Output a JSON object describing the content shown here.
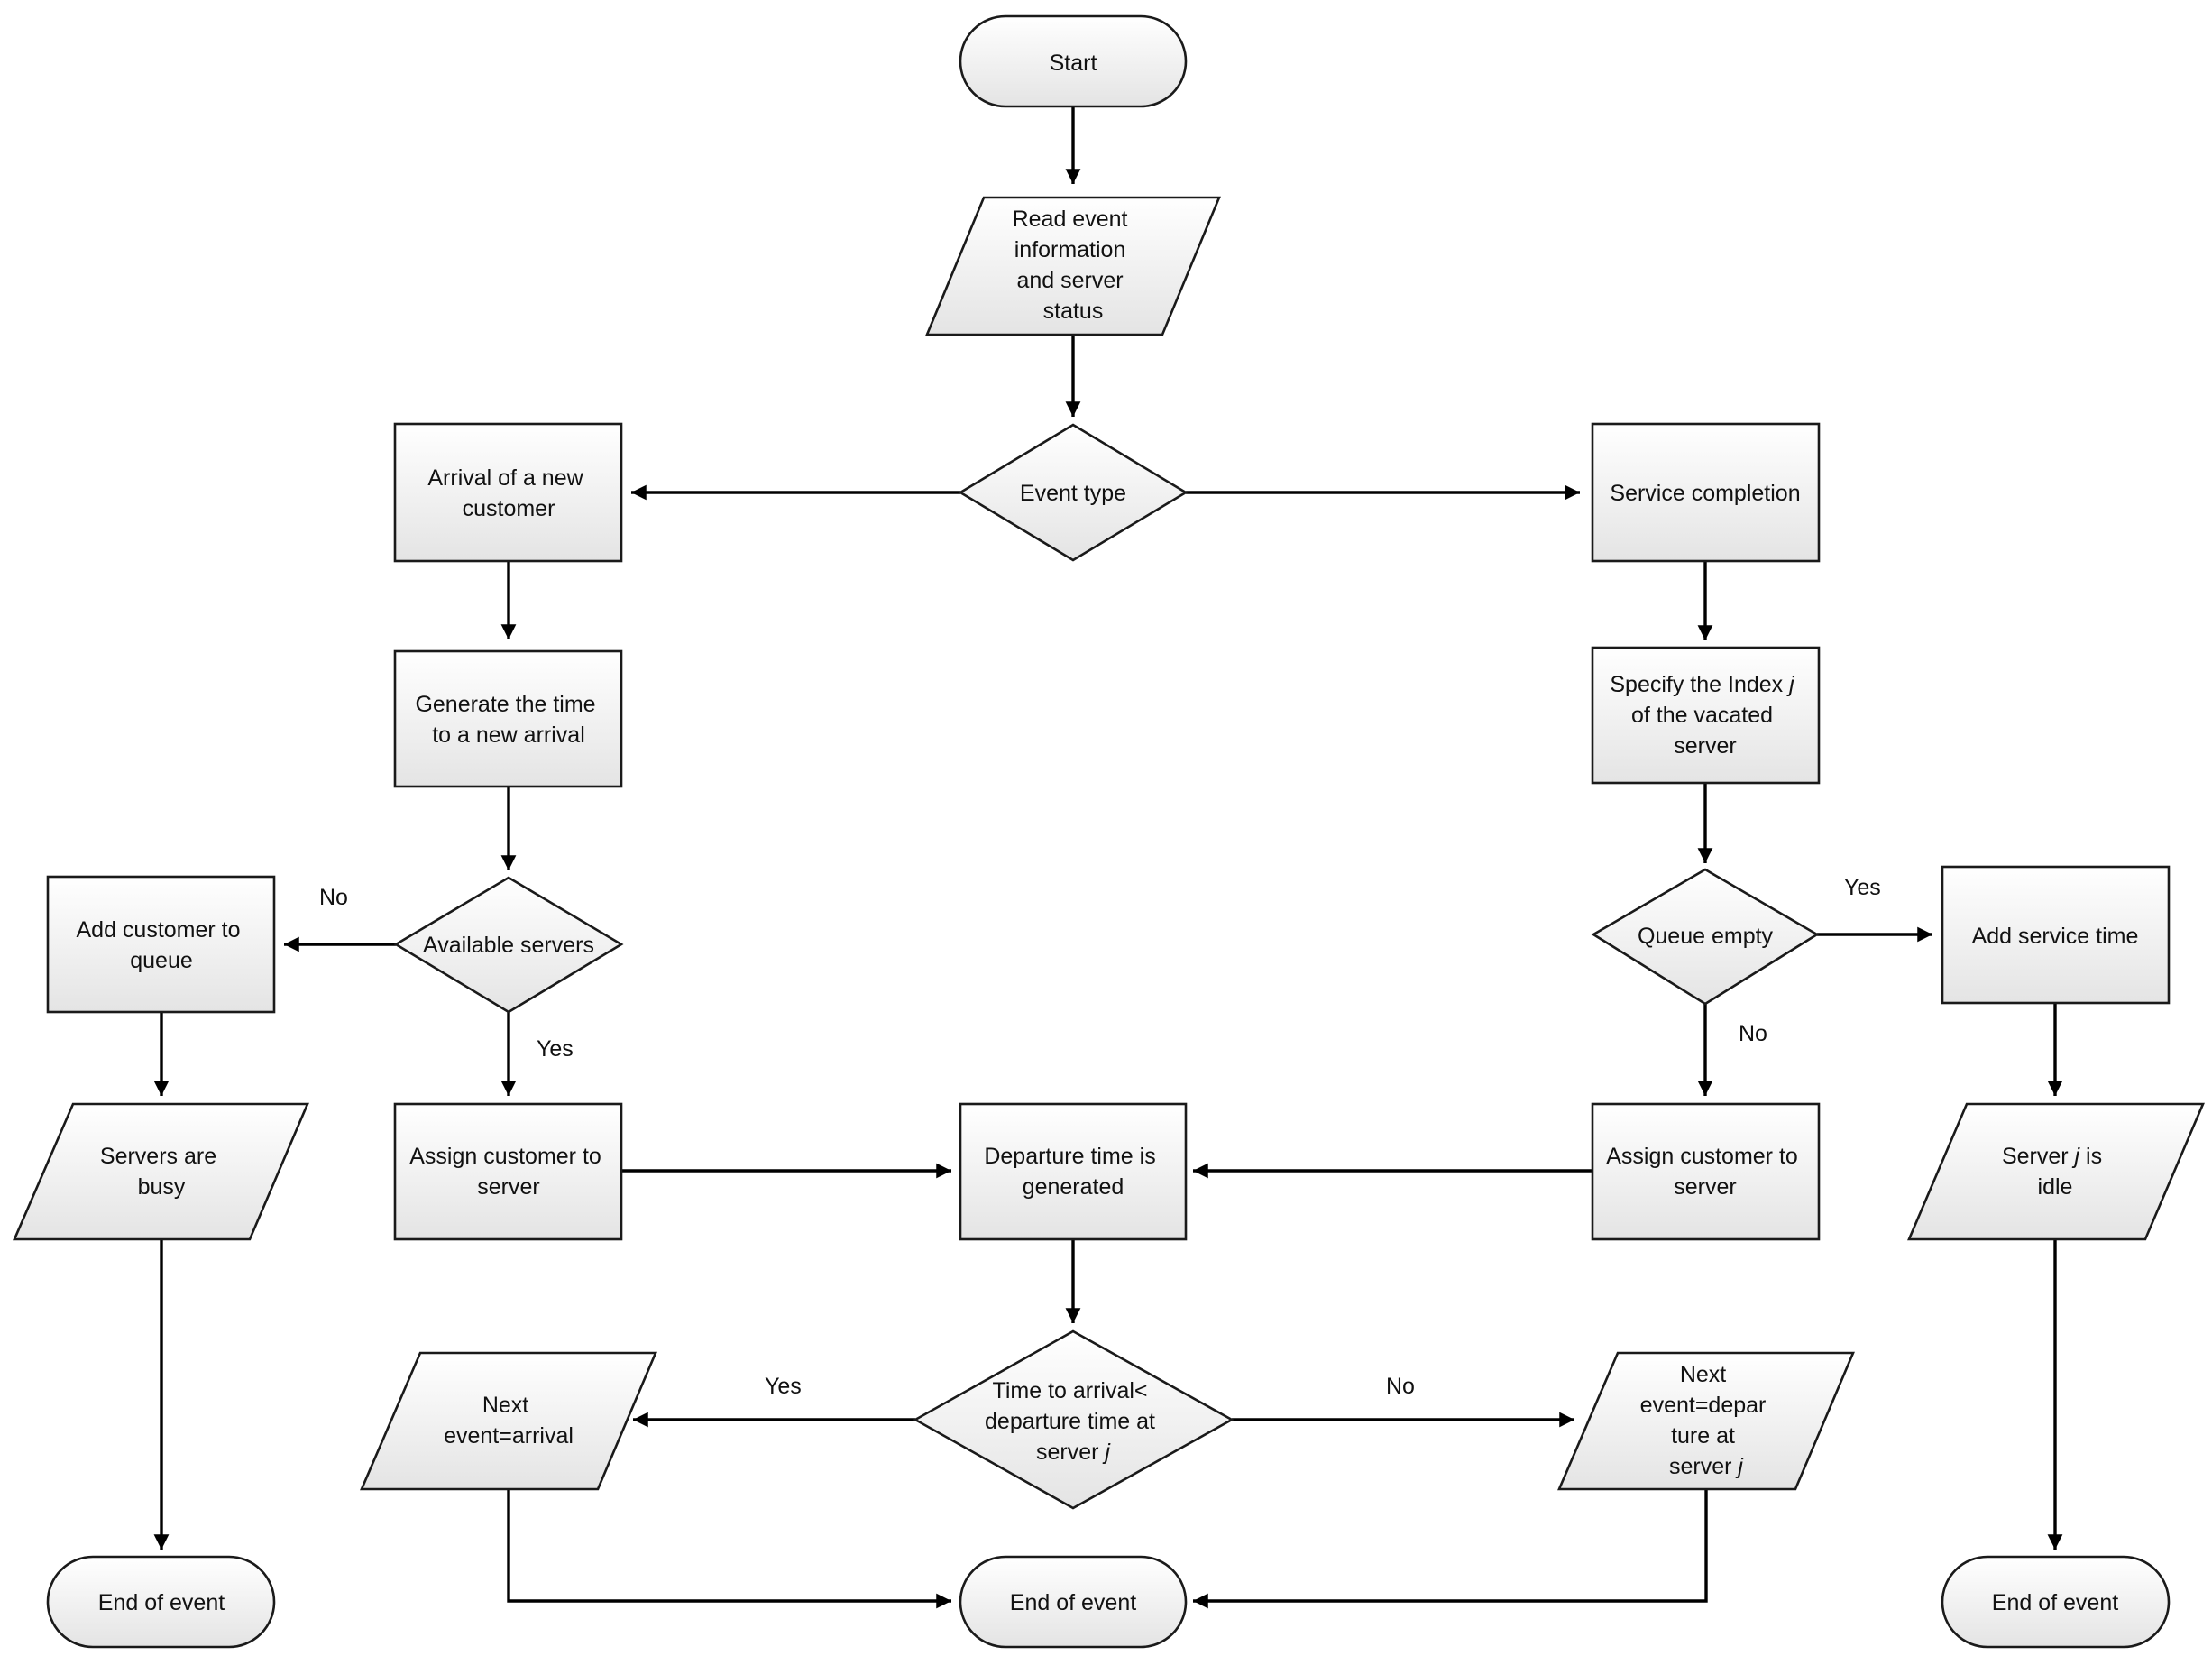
{
  "nodes": {
    "start": "Start",
    "read_event": [
      "Read event",
      "information",
      "and server",
      "status"
    ],
    "event_type": "Event type",
    "arrival": [
      "Arrival of a new",
      "customer"
    ],
    "service_completion": "Service completion",
    "generate_time": [
      "Generate the time",
      "to a new arrival"
    ],
    "specify_index": [
      [
        "Specify the Index ",
        "j"
      ],
      [
        "of the vacated"
      ],
      [
        "server"
      ]
    ],
    "available_servers": "Available servers",
    "queue_empty": "Queue empty",
    "add_to_queue": [
      "Add customer to",
      "queue"
    ],
    "add_service_time": "Add service time",
    "servers_busy": [
      "Servers are",
      "busy"
    ],
    "assign_left": [
      "Assign customer to",
      "server"
    ],
    "departure_generated": [
      "Departure time is",
      "generated"
    ],
    "assign_right": [
      "Assign customer to",
      "server"
    ],
    "server_idle": [
      [
        "Server ",
        "j",
        " is"
      ],
      [
        "idle"
      ]
    ],
    "time_decision": [
      [
        "Time to arrival<"
      ],
      [
        "departure time at"
      ],
      [
        "server ",
        "j"
      ]
    ],
    "next_arrival": [
      "Next",
      "event=arrival"
    ],
    "next_departure": [
      [
        "Next"
      ],
      [
        "event=depar"
      ],
      [
        "ture at"
      ],
      [
        "server ",
        "j"
      ]
    ],
    "end_left": "End of event",
    "end_center": "End of event",
    "end_right": "End of event"
  },
  "edge_labels": {
    "available_no": "No",
    "available_yes": "Yes",
    "queue_yes": "Yes",
    "queue_no": "No",
    "time_yes": "Yes",
    "time_no": "No"
  },
  "colors": {
    "fill_top": "#ffffff",
    "fill_bottom": "#e6e6e6",
    "stroke": "#000000"
  }
}
